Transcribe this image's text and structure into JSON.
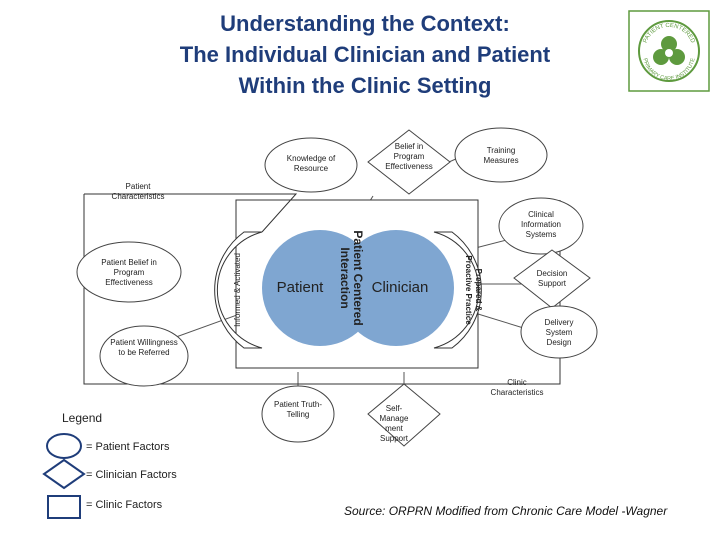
{
  "title": {
    "line1": "Understanding the Context:",
    "line2": "The Individual Clinician and Patient",
    "line3": "Within the Clinic Setting"
  },
  "logo": {
    "text_top": "PATIENT CENTERED",
    "text_bottom": "PRIMARY CARE INSTITUTE",
    "color": "#5e9a3e"
  },
  "center": {
    "patient_label": "Patient",
    "clinician_label": "Clinician",
    "interaction_label_1": "Patient Centered",
    "interaction_label_2": "Interaction",
    "left_arc_label": "Informed & Activated",
    "right_arc_label_1": "Prepared &",
    "right_arc_label_2": "Proactive Practice",
    "circle_color": "#7fa6d1"
  },
  "nodes": {
    "knowledge": "Knowledge of Resource",
    "belief_program": "Belief in Program Effectiveness",
    "training": "Training Measures",
    "patient_characteristics": "Patient Characteristics",
    "clinical_info": "Clinical Information Systems",
    "patient_belief": "Patient Belief in Program Effectiveness",
    "decision_support": "Decision Support",
    "delivery_system": "Delivery System Design",
    "patient_willingness": "Patient Willingness to be Referred",
    "clinic_characteristics": "Clinic Characteristics",
    "patient_truth": "Patient Truth-Telling",
    "self_management": "Self-Manage ment Support"
  },
  "legend": {
    "title": "Legend",
    "patient_factors": "= Patient Factors",
    "clinician_factors": "= Clinician Factors",
    "clinic_factors": "= Clinic Factors"
  },
  "source": "Source:  ORPRN Modified from Chronic Care Model -Wagner"
}
